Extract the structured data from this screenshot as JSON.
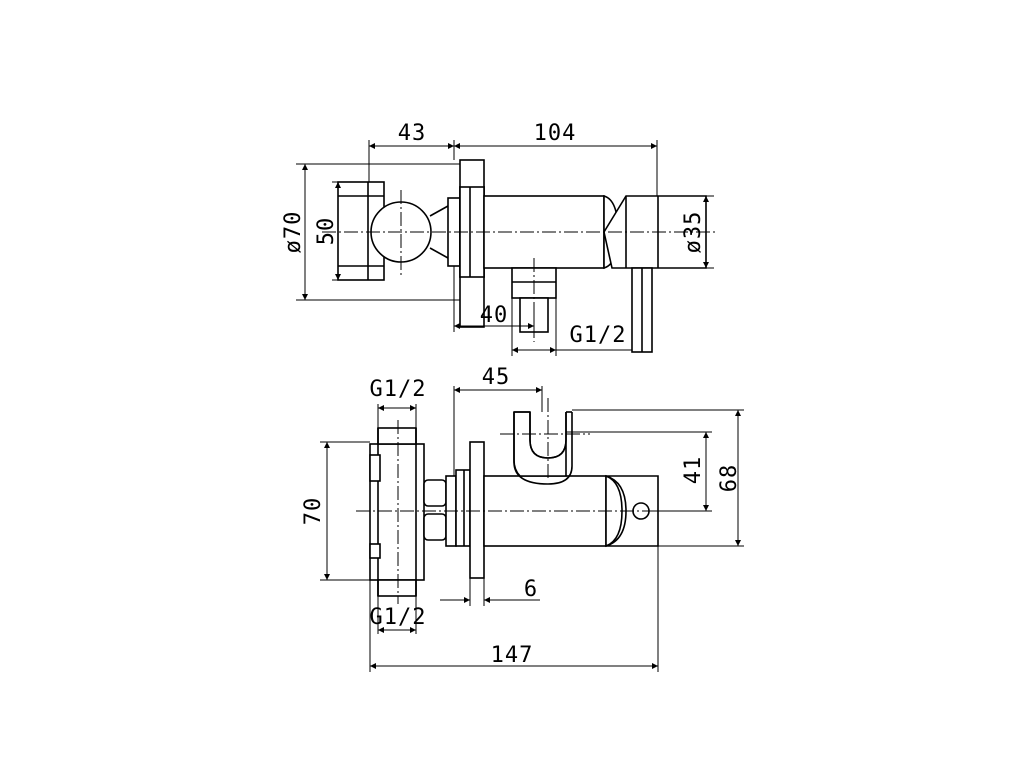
{
  "top_view": {
    "dim_43": "43",
    "dim_104": "104",
    "dim_phi70": "ø70",
    "dim_50": "50",
    "dim_phi35": "ø35",
    "dim_40": "40",
    "dim_g12": "G1/2"
  },
  "front_view": {
    "dim_g12_top": "G1/2",
    "dim_45": "45",
    "dim_41": "41",
    "dim_68": "68",
    "dim_70": "70",
    "dim_6": "6",
    "dim_g12_bottom": "G1/2",
    "dim_147": "147"
  }
}
